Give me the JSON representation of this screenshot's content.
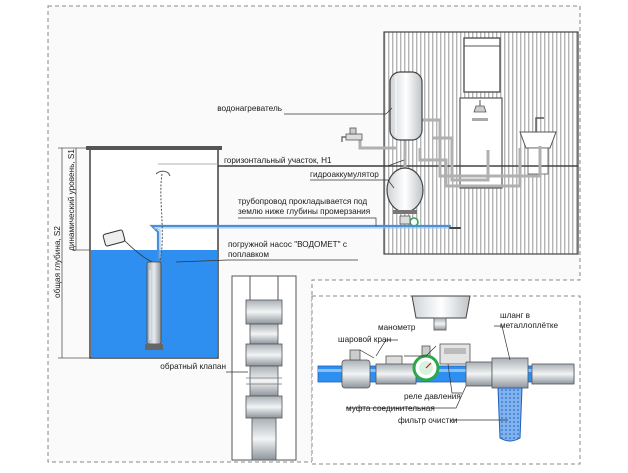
{
  "labels": {
    "water_heater": "водонагреватель",
    "horizontal_section": "горизонтальный участок, H1",
    "accumulator": "гидроаккумулятор",
    "pipeline_1": "трубопровод прокладывается под",
    "pipeline_2": "землю ниже глубины промерзания",
    "pump_1": "погружной насос \"ВОДОМЕТ\" с",
    "pump_2": "поплавком",
    "check_valve": "обратный клапан",
    "total_depth": "общая глубина, S2",
    "dynamic_level": "динамический уровень, S1",
    "manometer": "манометр",
    "ball_valve": "шаровой кран",
    "pressure_relay": "реле давления",
    "coupling": "муфта соединительная",
    "filter": "фильтр очистки",
    "hose_1": "шланг в",
    "hose_2": "металлоплётке"
  },
  "colors": {
    "water": "#2f8ff0",
    "pipe": "#4a90d9",
    "building_stripes": "#b5b5b5",
    "outline": "#333333",
    "dashed_border": "#888888",
    "gauge_green": "#2aa84a",
    "filter_blue": "#3a7bd5"
  }
}
